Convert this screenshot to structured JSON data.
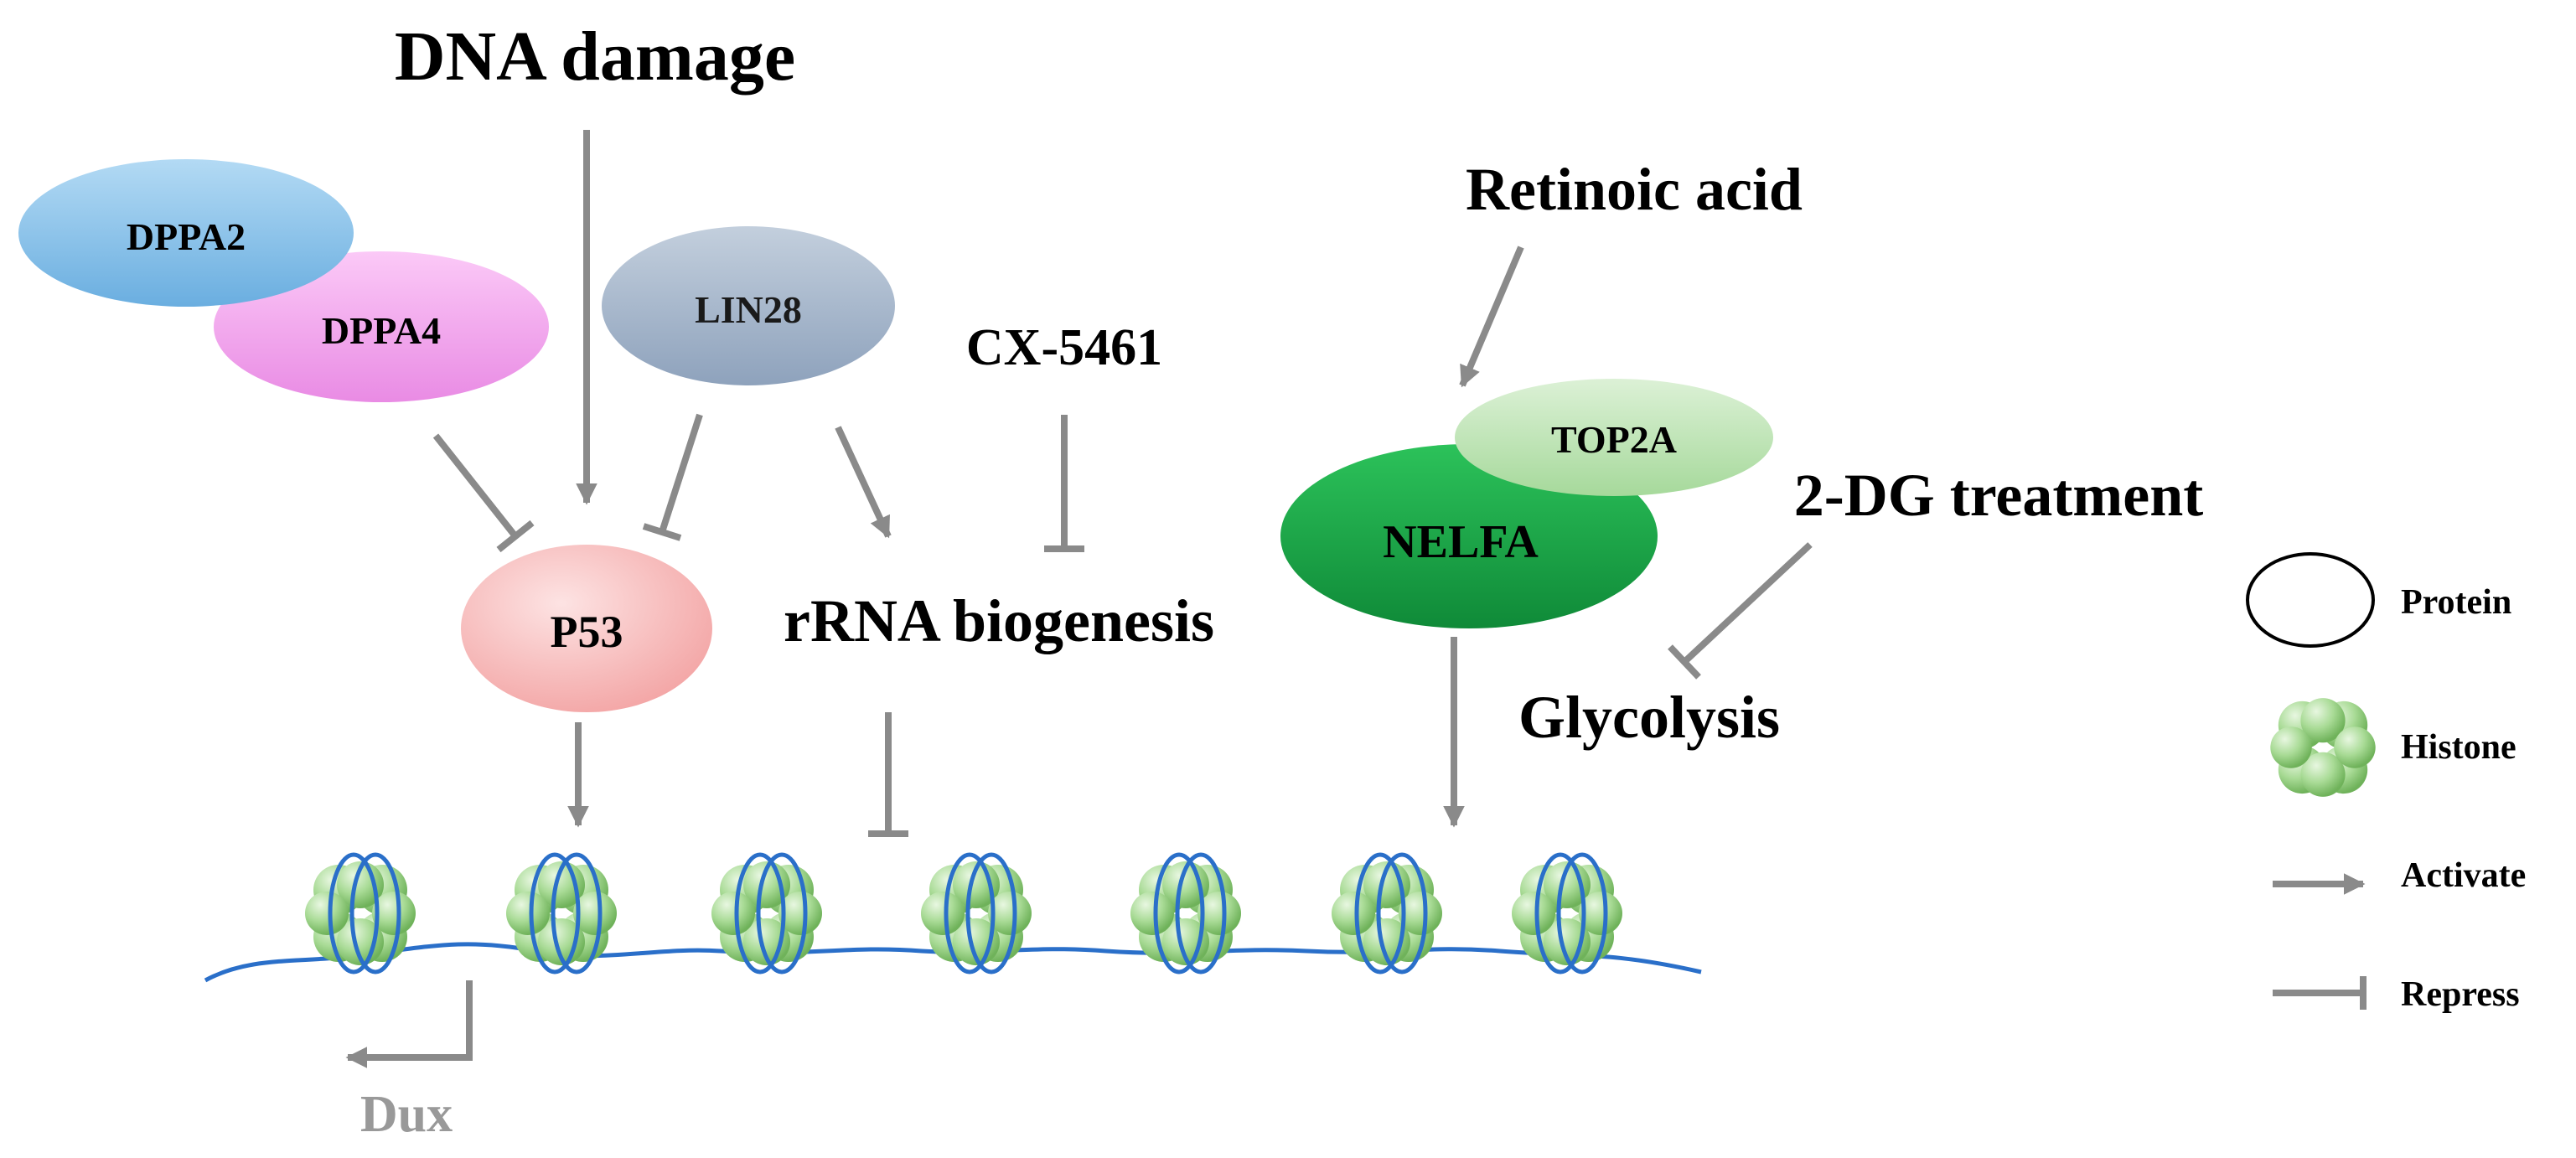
{
  "labels": {
    "dna_damage": "DNA damage",
    "retinoic_acid": "Retinoic acid",
    "cx5461": "CX-5461",
    "rrna_biogenesis": "rRNA biogenesis",
    "two_dg": "2-DG treatment",
    "glycolysis": "Glycolysis",
    "dux": "Dux"
  },
  "proteins": {
    "dppa2": "DPPA2",
    "dppa4": "DPPA4",
    "lin28": "LIN28",
    "p53": "P53",
    "top2a": "TOP2A",
    "nelfa": "NELFA"
  },
  "legend": {
    "protein": "Protein",
    "histone": "Histone",
    "activate": "Activate",
    "repress": "Repress"
  },
  "colors": {
    "arrow": "#8a8a8a",
    "dna": "#2a6fc9",
    "histone": "#9fd68c",
    "dppa2": "#8fc7ec",
    "dppa4": "#f2a6ee",
    "lin28": "#a6b7cc",
    "p53": "#f7b8b8",
    "top2a": "#bfe5b6",
    "nelfa": "#1faa4c",
    "dux_text": "#999999"
  }
}
